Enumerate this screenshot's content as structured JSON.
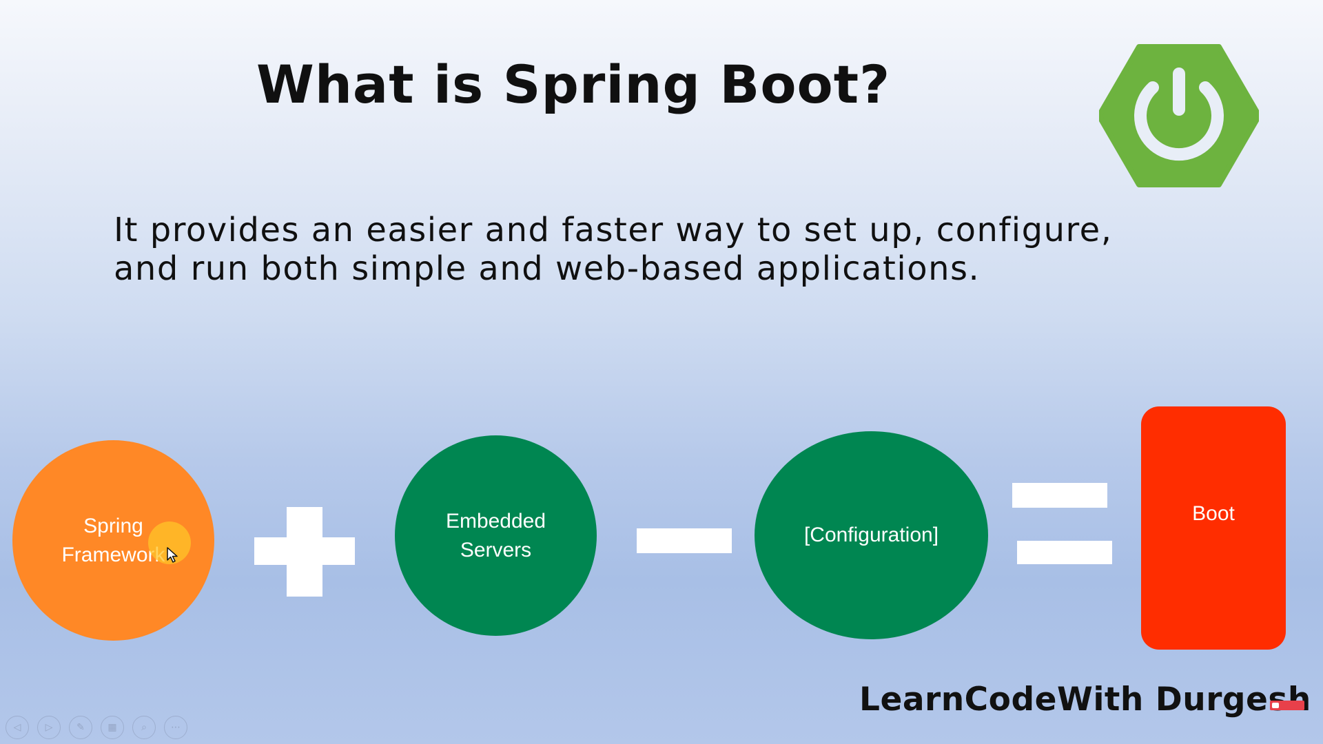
{
  "slide": {
    "title": "What is Spring Boot?",
    "description_lines": [
      "It provides an easier and faster way to set up, configure,",
      "and run both simple and web-based applications."
    ],
    "logo_icon": "spring-power-icon",
    "colors": {
      "logo_green": "#6db33f",
      "orange": "#ff8826",
      "green": "#008651",
      "red": "#ff2d00"
    }
  },
  "equation": {
    "term1_lines": [
      "Spring",
      "Framework"
    ],
    "operator1": "plus",
    "term2_lines": [
      "Embedded",
      "Servers"
    ],
    "operator2": "minus",
    "term3": "[Configuration]",
    "operator3": "equals",
    "result": "Boot"
  },
  "branding": {
    "channel": "LearnCodeWith Durgesh"
  },
  "player_controls": [
    {
      "icon": "previous-icon",
      "glyph": "◁"
    },
    {
      "icon": "next-icon",
      "glyph": "▷"
    },
    {
      "icon": "pen-icon",
      "glyph": "✎"
    },
    {
      "icon": "slides-grid-icon",
      "glyph": "▦"
    },
    {
      "icon": "zoom-icon",
      "glyph": "⌕"
    },
    {
      "icon": "more-icon",
      "glyph": "⋯"
    }
  ]
}
